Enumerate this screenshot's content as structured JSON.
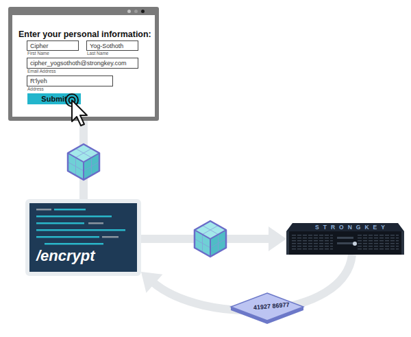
{
  "diagram": {
    "nodes": [
      {
        "text": [
          "Enter your personal information:"
        ]
      },
      {
        "text": [
          "Cipher",
          "First Name"
        ],
        "in": 0
      },
      {
        "text": [
          "Yog-Sothoth",
          "Last Name"
        ],
        "in": 0
      },
      {
        "text": [
          "cipher_yogsothoth@strongkey.com",
          "Email Address"
        ],
        "in": 0
      },
      {
        "text": [
          "R'lyeh",
          "Address"
        ],
        "in": 0
      },
      {
        "text": [
          "Submit"
        ],
        "in": 0
      },
      {
        "text": [
          "/encrypt"
        ]
      },
      {
        "text": [
          "STRONGKEY"
        ]
      }
    ],
    "edges": [
      {
        "from": 0,
        "to": 6,
        "arrow": "none"
      },
      {
        "from": 6,
        "to": 7,
        "arrow": "to"
      },
      {
        "from": 7,
        "to": 6,
        "arrow": "to",
        "label": "41927 86977"
      }
    ]
  }
}
